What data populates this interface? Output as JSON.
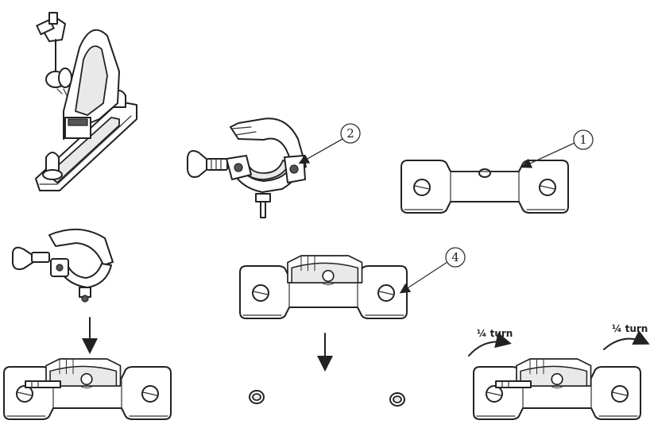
{
  "callouts": {
    "c1": "1",
    "c2": "2",
    "c4": "4"
  },
  "turn_labels": {
    "left": "¼ turn",
    "right": "¼ turn"
  }
}
